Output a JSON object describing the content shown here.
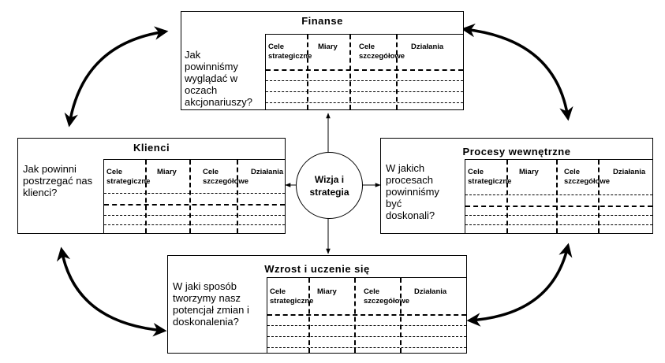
{
  "center": {
    "line1": "Wizja i",
    "line2": "strategia"
  },
  "columns": [
    "Cele",
    "strategiczne",
    "Miary",
    "Cele",
    "szczegółowe",
    "Działania"
  ],
  "finanse": {
    "title": "Finanse",
    "question": [
      "Jak",
      "powinniśmy",
      "wyglądać w",
      "oczach",
      "akcjonariuszy?"
    ]
  },
  "klienci": {
    "title": "Klienci",
    "question": [
      "Jak powinni",
      "postrzegać nas",
      "klienci?"
    ]
  },
  "procesy": {
    "title": "Procesy wewnętrzne",
    "question": [
      "W jakich",
      "procesach",
      "powinniśmy",
      "być",
      "doskonali?"
    ]
  },
  "wzrost": {
    "title": "Wzrost i uczenie się",
    "question": [
      "W jaki sposób",
      "tworzymy nasz",
      "potencjał zmian i",
      "doskonalenia?"
    ]
  }
}
